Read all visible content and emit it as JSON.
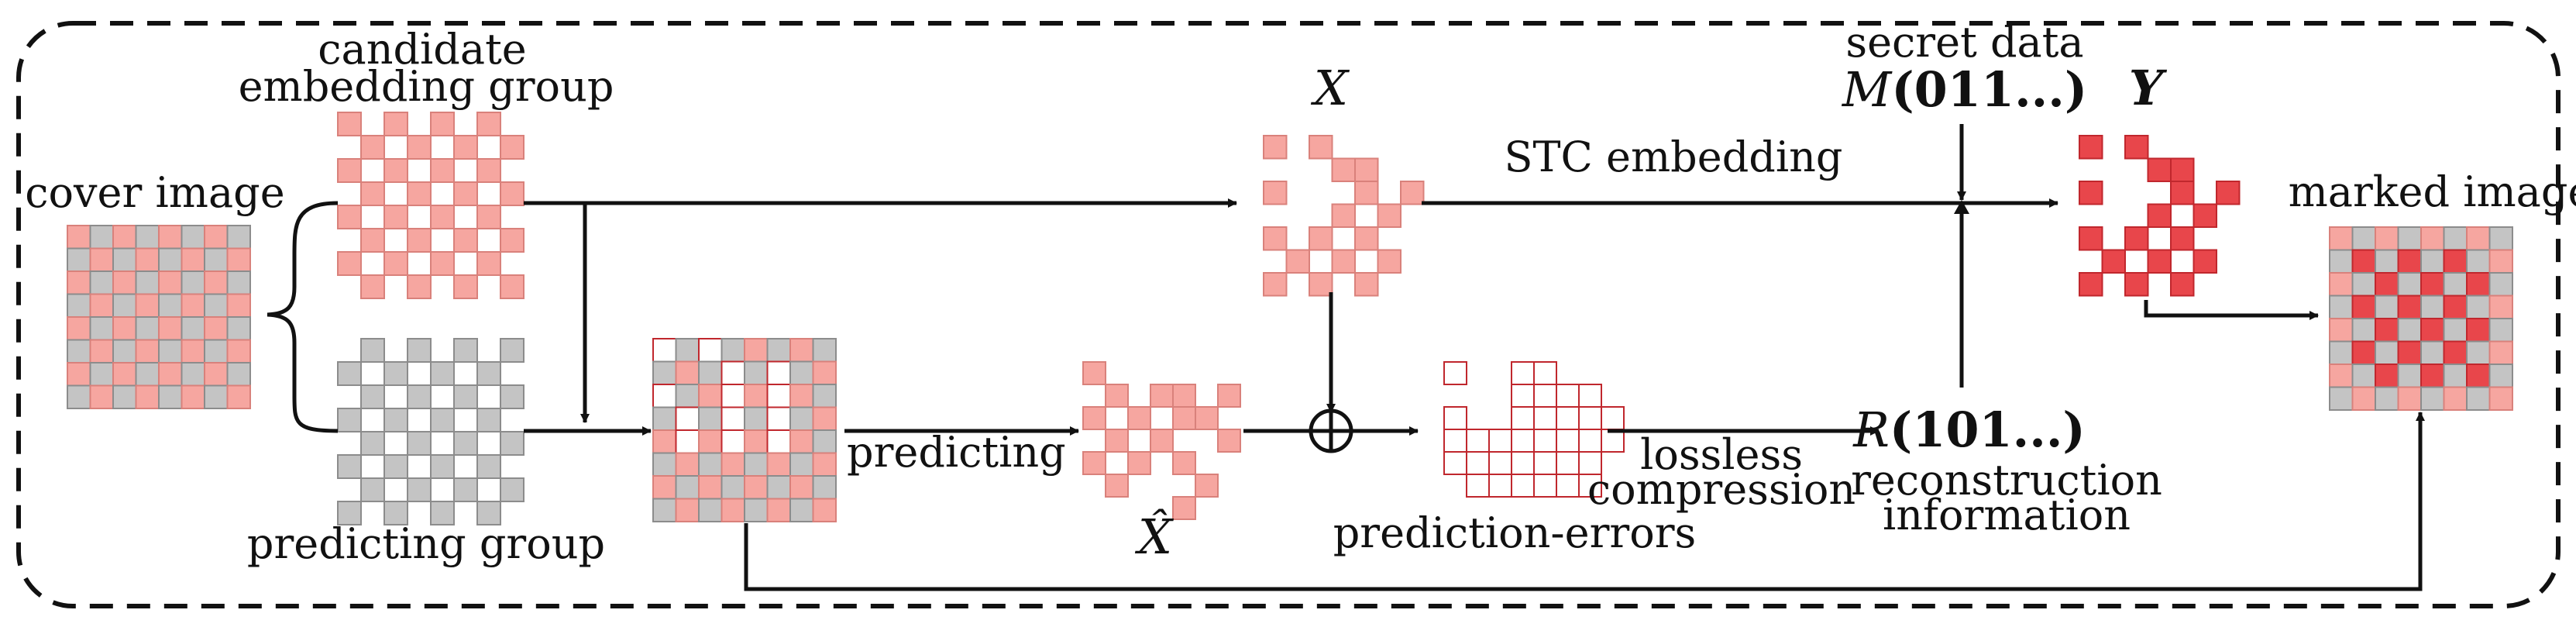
{
  "labels": {
    "cover_image": "cover image",
    "candidate_line1": "candidate",
    "candidate_line2": "embedding group",
    "predicting_group": "predicting group",
    "predicting": "predicting",
    "x_label": "X",
    "xhat_label": "X̂",
    "stc_embedding": "STC embedding",
    "secret_data": "secret data",
    "m_label": "M",
    "m_bits": "(011...)",
    "y_label": "Y",
    "marked_image": "marked image",
    "prediction_errors": "prediction-errors",
    "lossless": "lossless",
    "compression": "compression",
    "r_label": "R",
    "r_bits": "(101...)",
    "reconstruction": "reconstruction",
    "information": "information"
  },
  "colors": {
    "pink": "#f6a6a0",
    "pink_stroke": "#d9817b",
    "gray": "#c4c4c4",
    "gray_stroke": "#8c8c8c",
    "red": "#e8464b",
    "red_stroke": "#c0272d",
    "outline_red": "#c0272d",
    "line": "#111111"
  }
}
